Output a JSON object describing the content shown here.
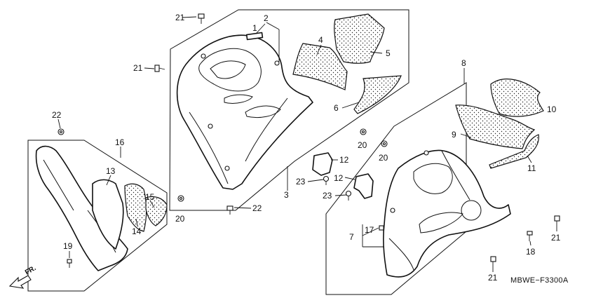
{
  "diagram": {
    "callouts": [
      "1",
      "2",
      "3",
      "4",
      "5",
      "6",
      "7",
      "8",
      "9",
      "10",
      "11",
      "12",
      "13",
      "14",
      "15",
      "16",
      "17",
      "18",
      "19",
      "20",
      "21",
      "22",
      "23"
    ],
    "part_code": "MBWE−F3300A",
    "direction_label": "FR."
  }
}
